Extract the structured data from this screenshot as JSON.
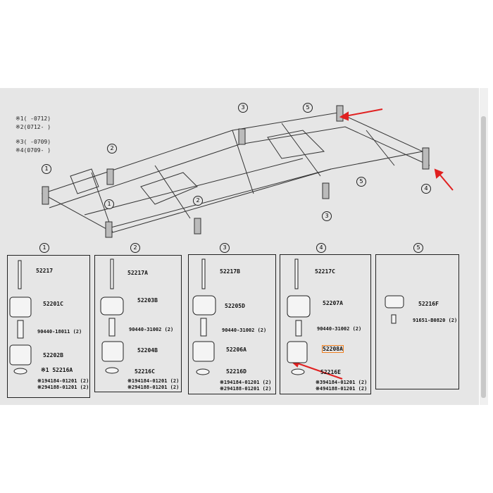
{
  "notes": [
    "※1(   -0712)",
    "※2(0712-   )",
    "※3(   -0709)",
    "※4(0709-   )"
  ],
  "callouts": {
    "c1": "1",
    "c2": "2",
    "c3": "3",
    "c4": "4",
    "c5": "5"
  },
  "groups": [
    {
      "num": "1",
      "parts": [
        "52217",
        "52201C",
        "90440-18011 (2)",
        "52202B",
        "※1 52216A",
        "※194184-01201 (2)",
        "※294188-01201 (2)"
      ]
    },
    {
      "num": "2",
      "parts": [
        "52217A",
        "52203B",
        "90440-31002 (2)",
        "52204B",
        "52216C",
        "※194184-01201 (2)",
        "※294188-01201 (2)"
      ]
    },
    {
      "num": "3",
      "parts": [
        "52217B",
        "52205D",
        "90440-31002 (2)",
        "52206A",
        "52216D",
        "※194184-01201 (2)",
        "※294188-01201 (2)"
      ]
    },
    {
      "num": "4",
      "parts": [
        "52217C",
        "52207A",
        "90440-31002 (2)",
        "52208A",
        "52216E",
        "※394184-01201 (2)",
        "※494188-01201 (2)"
      ]
    },
    {
      "num": "5",
      "parts": [
        "52216F",
        "91651-B0820 (2)"
      ]
    }
  ],
  "highlight_part": "52208A",
  "colors": {
    "arrow": "#e02020",
    "highlight": "#f08020",
    "background": "#e6e6e6"
  }
}
